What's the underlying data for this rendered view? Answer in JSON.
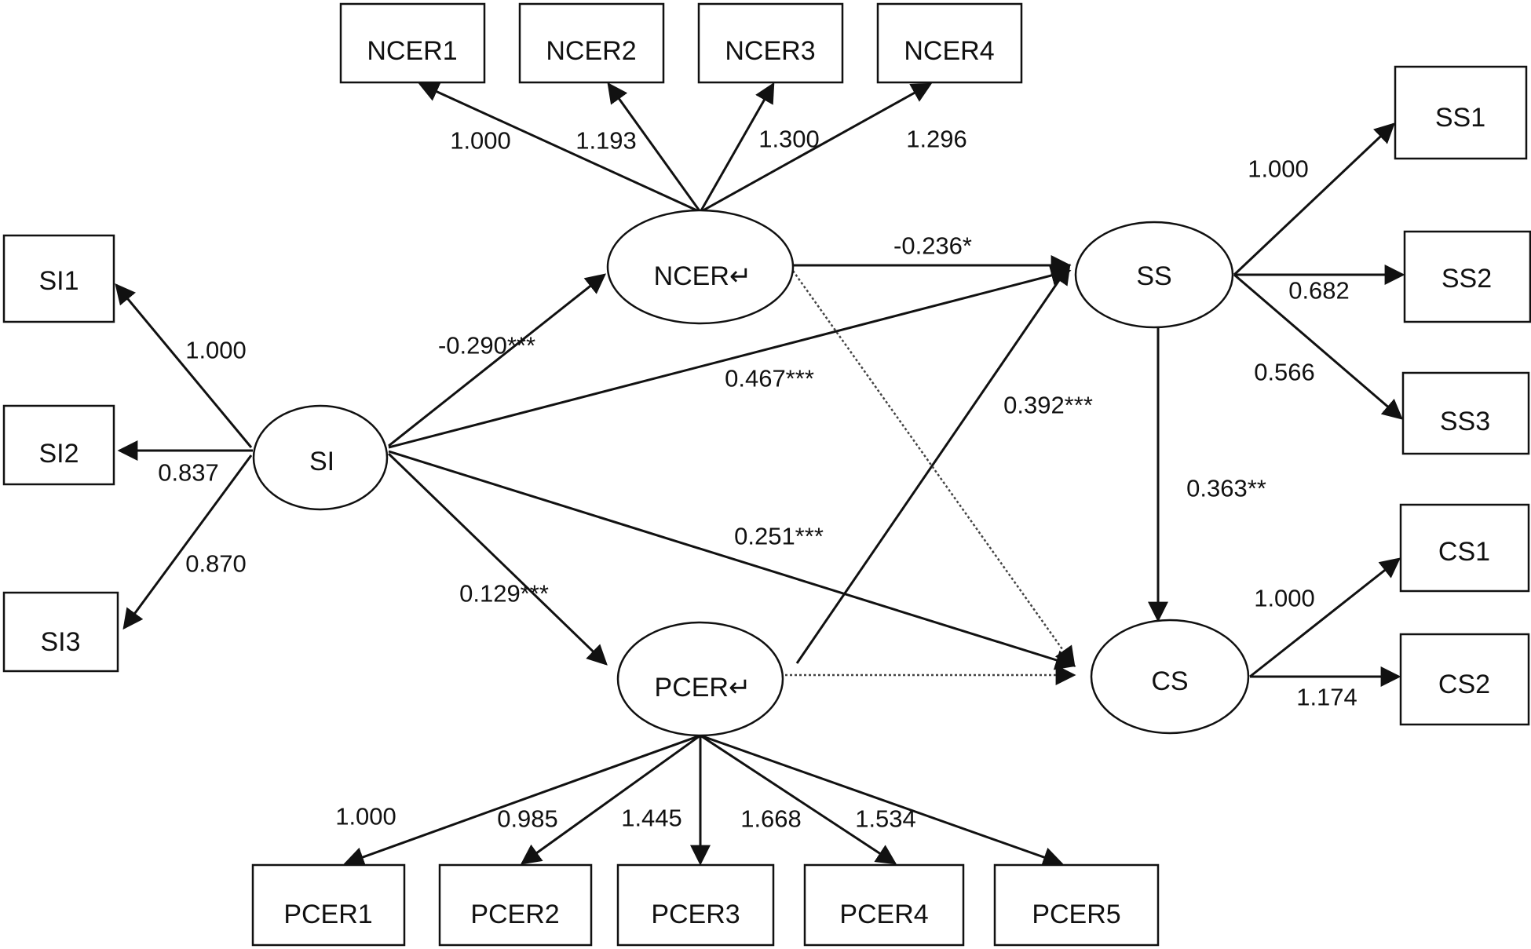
{
  "nodes": {
    "SI": "SI",
    "NCER": "NCER↵",
    "PCER": "PCER↵",
    "SS": "SS",
    "CS": "CS",
    "SI1": "SI1",
    "SI2": "SI2",
    "SI3": "SI3",
    "NCER1": "NCER1",
    "NCER2": "NCER2",
    "NCER3": "NCER3",
    "NCER4": "NCER4",
    "SS1": "SS1",
    "SS2": "SS2",
    "SS3": "SS3",
    "CS1": "CS1",
    "CS2": "CS2",
    "PCER1": "PCER1",
    "PCER2": "PCER2",
    "PCER3": "PCER3",
    "PCER4": "PCER4",
    "PCER5": "PCER5"
  },
  "edges": {
    "si_si1": "1.000",
    "si_si2": "0.837",
    "si_si3": "0.870",
    "ncer_ncer1": "1.000",
    "ncer_ncer2": "1.193",
    "ncer_ncer3": "1.300",
    "ncer_ncer4": "1.296",
    "ss_ss1": "1.000",
    "ss_ss2": "0.682",
    "ss_ss3": "0.566",
    "cs_cs1": "1.000",
    "cs_cs2": "1.174",
    "pcer_pcer1": "1.000",
    "pcer_pcer2": "0.985",
    "pcer_pcer3": "1.445",
    "pcer_pcer4": "1.668",
    "pcer_pcer5": "1.534",
    "si_ncer": "-0.290***",
    "si_ss": "0.467***",
    "si_cs": "0.251***",
    "si_pcer": "0.129***",
    "ncer_ss": "-0.236*",
    "pcer_ss": "0.392***",
    "ss_cs": "0.363**",
    "ncer_cs": "",
    "pcer_cs": ""
  }
}
